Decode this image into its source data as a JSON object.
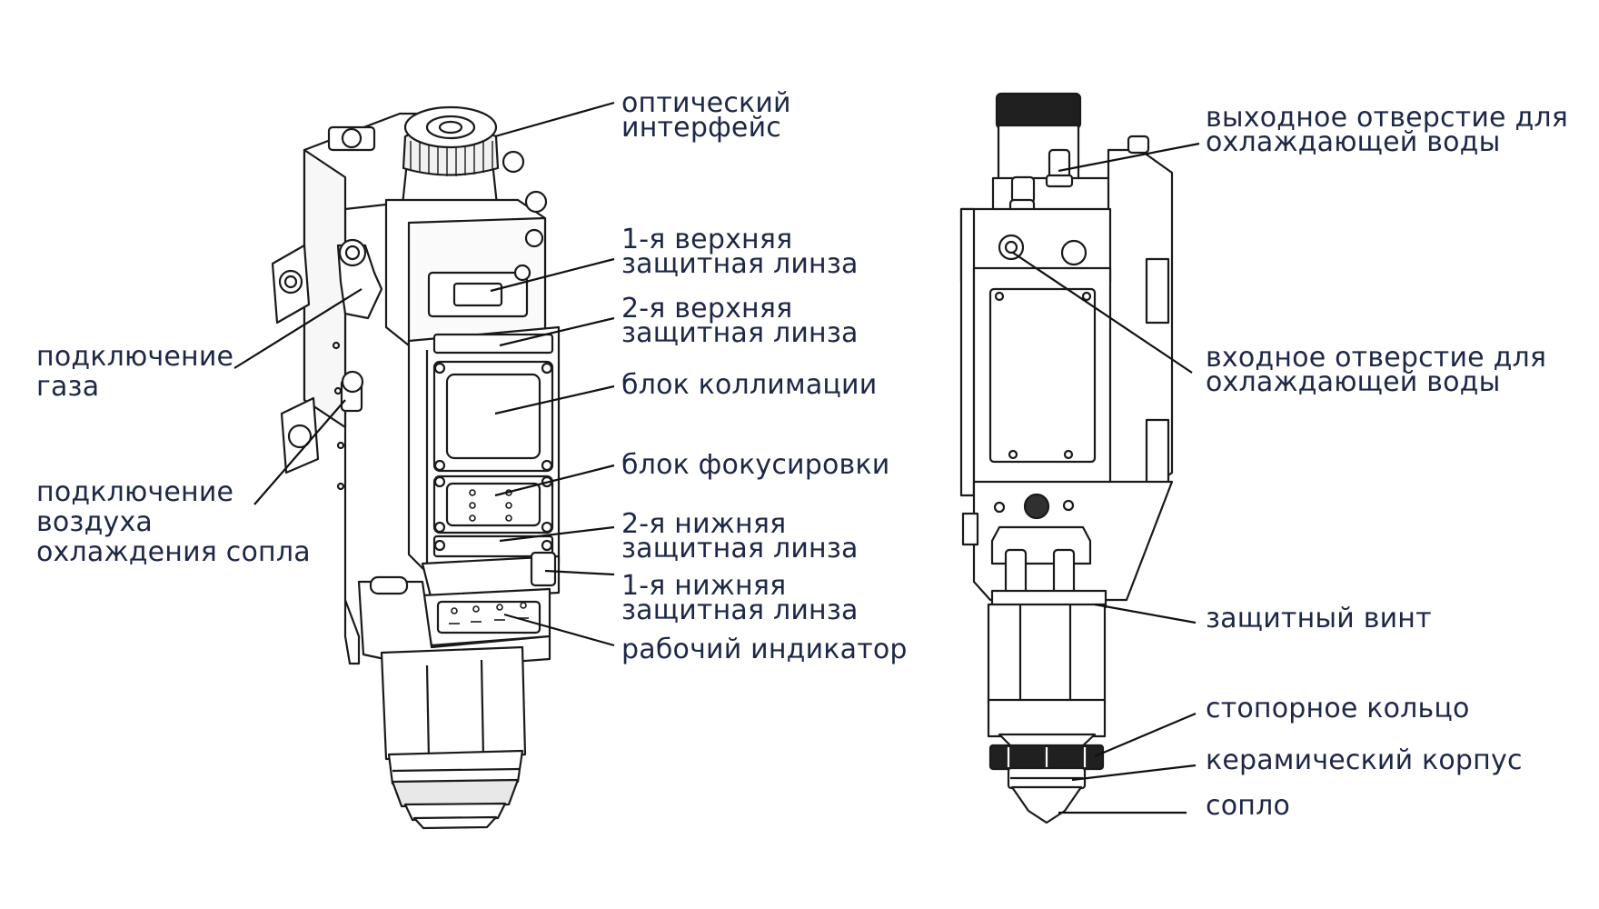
{
  "labels": {
    "optical_interface": "оптический\nинтерфейс",
    "upper_lens_1": "1-я верхняя\nзащитная линза",
    "upper_lens_2": "2-я верхняя\nзащитная линза",
    "collimation_block": "блок коллимации",
    "focusing_block": "блок фокусировки",
    "lower_lens_2": "2-я нижняя\nзащитная линза",
    "lower_lens_1": "1-я нижняя\nзащитная линза",
    "work_indicator": "рабочий индикатор",
    "gas_connection": "подключение\nгаза",
    "nozzle_air_connection": "подключение\nвоздуха\nохлаждения сопла",
    "water_outlet": "выходное отверстие для\nохлаждающей воды",
    "water_inlet": "входное отверстие для\nохлаждающей воды",
    "protective_screw": "защитный винт",
    "retaining_ring": "стопорное кольцо",
    "ceramic_body": "керамический корпус",
    "nozzle": "сопло"
  },
  "colors": {
    "text": "#1d2746",
    "outline": "#1a1a1a",
    "leader": "#111111"
  }
}
